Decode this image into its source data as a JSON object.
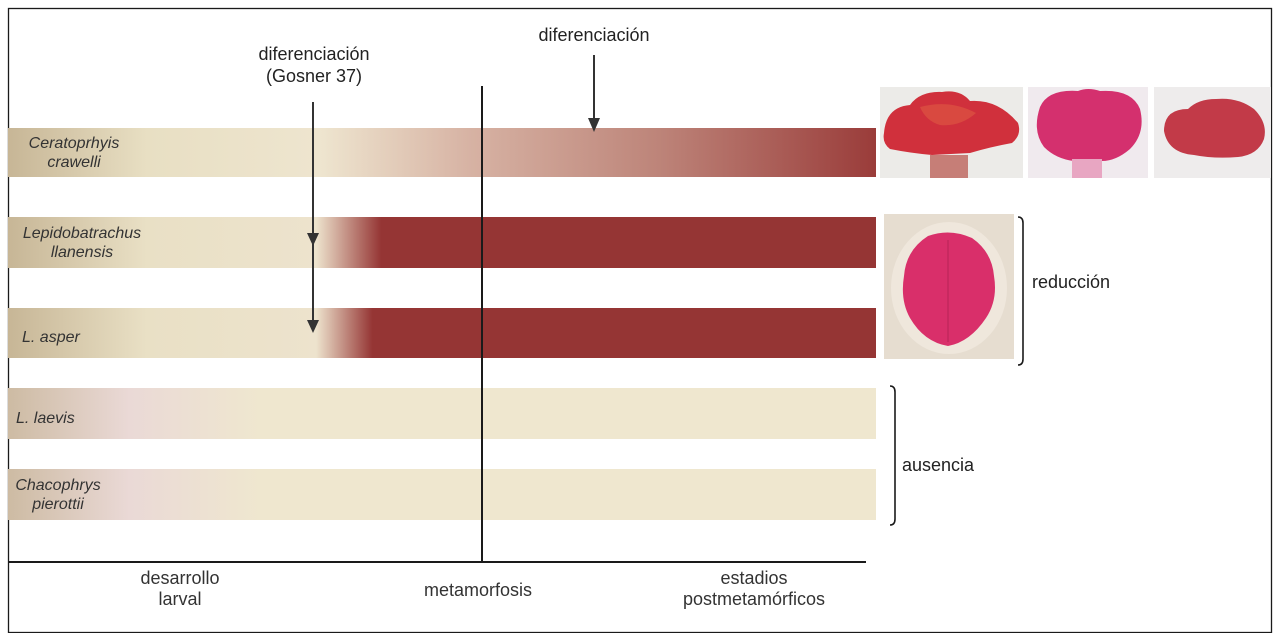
{
  "species": [
    {
      "line1": "Ceratoprhyis",
      "line2": "crawelli"
    },
    {
      "line1": "Lepidobatrachus",
      "line2": "llanensis"
    },
    {
      "line1": "L. asper",
      "line2": ""
    },
    {
      "line1": "L. laevis",
      "line2": ""
    },
    {
      "line1": "Chacophrys",
      "line2": "pierottii"
    }
  ],
  "annotations": {
    "diferenciacion_gosner_line1": "diferenciación",
    "diferenciacion_gosner_line2": "(Gosner 37)",
    "diferenciacion_top": "diferenciación",
    "reduccion": "reducción",
    "ausencia": "ausencia"
  },
  "axis": {
    "larval_line1": "desarrollo",
    "larval_line2": "larval",
    "metamorfosis": "metamorfosis",
    "post_line1": "estadios",
    "post_line2": "postmetamórficos"
  },
  "colors": {
    "beige_dark": "#c9b89a",
    "beige_light": "#efe7cf",
    "cream": "#efe7cf",
    "dark_red": "#953534",
    "axis": "#1a1a1a",
    "arrow": "#333333",
    "stain_pink": "#d4306e"
  }
}
